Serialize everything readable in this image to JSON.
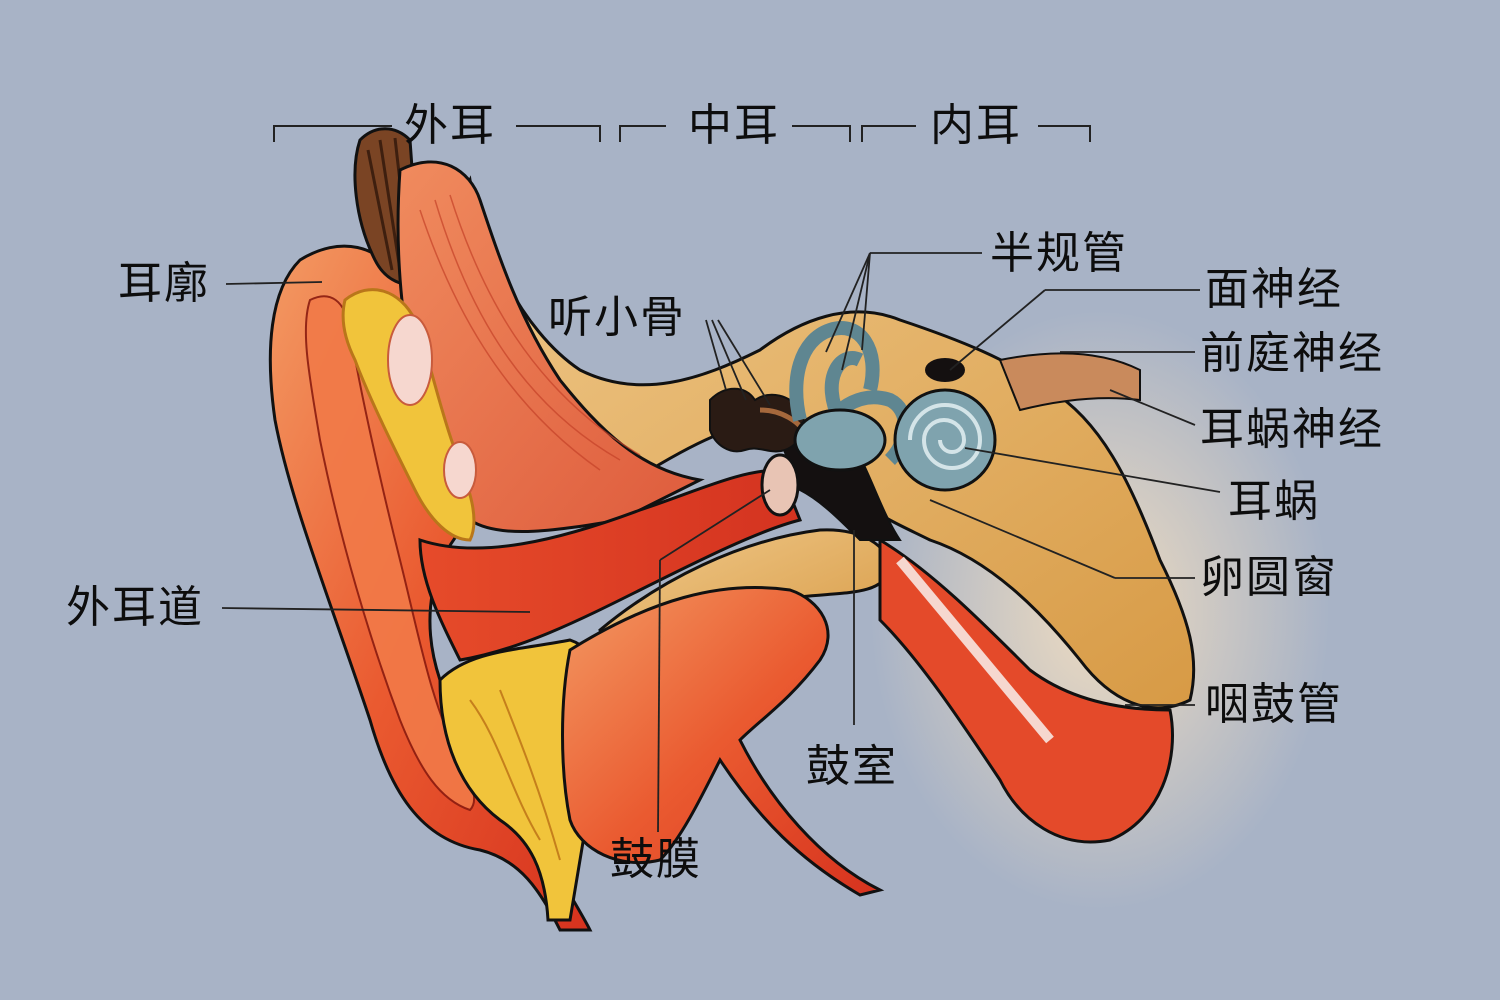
{
  "sections": {
    "outer_ear": "外耳",
    "middle_ear": "中耳",
    "inner_ear": "内耳"
  },
  "labels": {
    "auricle": "耳廓",
    "ear_canal": "外耳道",
    "ossicles": "听小骨",
    "semicircular_canals": "半规管",
    "facial_nerve": "面神经",
    "vestibular_nerve": "前庭神经",
    "cochlear_nerve": "耳蜗神经",
    "cochlea": "耳蜗",
    "oval_window": "卵圆窗",
    "eustachian_tube": "咽鼓管",
    "tympanic_cavity": "鼓室",
    "eardrum": "鼓膜"
  },
  "colors": {
    "background": "#a8b3c6",
    "skin": "#e8562e",
    "bone": "#dca24e",
    "cartilage": "#f0c63a",
    "inner_ear": "#7fa3ae",
    "leader_line": "#222222"
  }
}
